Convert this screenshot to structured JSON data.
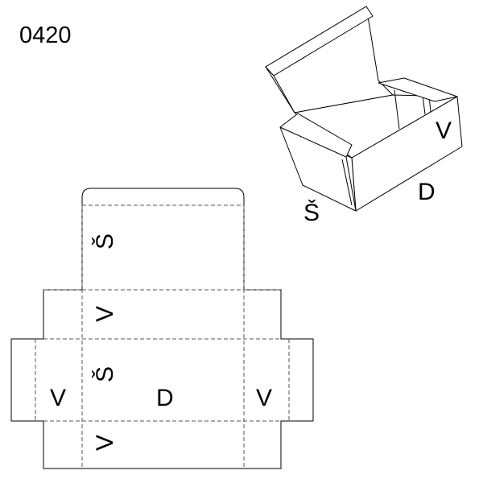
{
  "model_code": "0420",
  "box_labels": {
    "width": "Š",
    "height": "V",
    "length": "D"
  }
}
